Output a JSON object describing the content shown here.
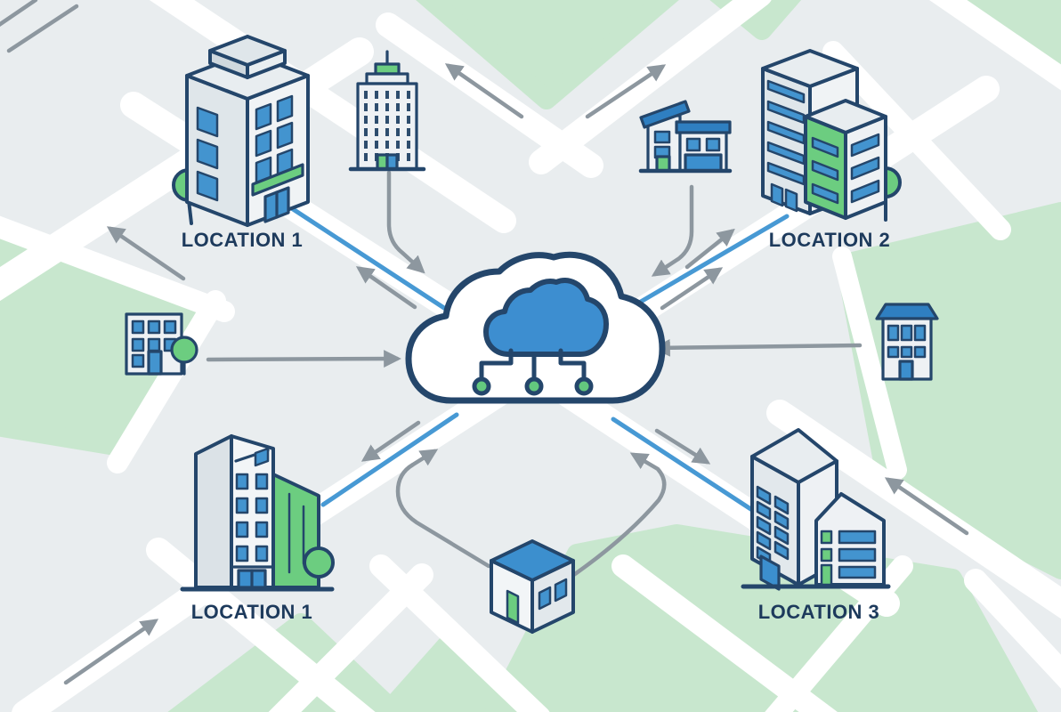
{
  "diagram": {
    "type": "cloud-network-over-city-map",
    "hub": {
      "icon": "cloud-network-icon",
      "node_count": 3
    },
    "locations": [
      {
        "label": "LOCATION 1",
        "position": "top-left",
        "icon": "isometric-office-tower-icon"
      },
      {
        "label": "LOCATION 2",
        "position": "top-right",
        "icon": "isometric-twin-buildings-icon"
      },
      {
        "label": "LOCATION 1",
        "position": "bottom-left",
        "icon": "office-building-green-annex-icon"
      },
      {
        "label": "LOCATION 3",
        "position": "bottom-right",
        "icon": "isometric-tower-annex-icon"
      }
    ],
    "unlabeled_buildings": [
      "skyscraper-icon",
      "modern-office-icon",
      "small-office-icon",
      "apartment-building-icon",
      "cube-house-icon"
    ],
    "colors": {
      "map_base": "#e9edef",
      "map_road": "#ffffff",
      "map_green": "#c8e7ce",
      "outline_navy": "#24466b",
      "accent_blue": "#4394cf",
      "accent_blue_dark": "#2f7fc1",
      "accent_green": "#6ccd80",
      "connection_blue": "#4799d4",
      "arrow_gray": "#8d979f",
      "label_navy": "#1d3a5c"
    }
  }
}
